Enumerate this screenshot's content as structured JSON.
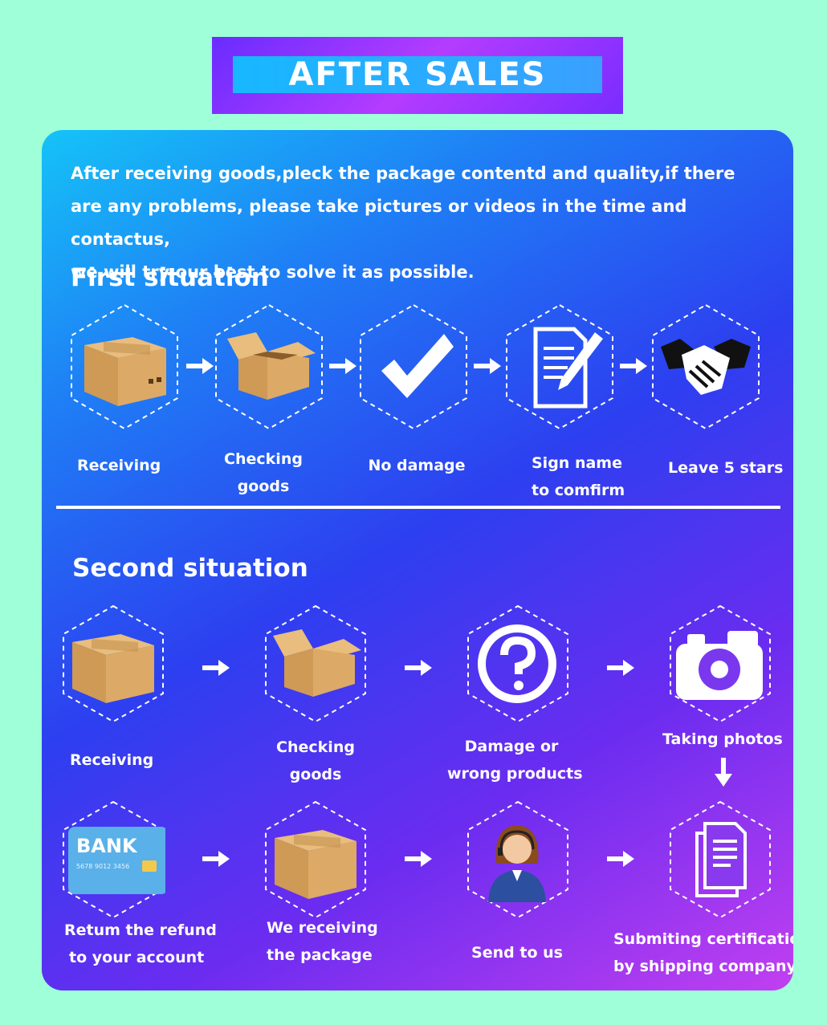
{
  "header": {
    "title": "AFTER SALES"
  },
  "intro": {
    "lines": [
      "After receiving goods,pleck the package contentd and quality,if there",
      "are any problems, please take pictures or videos in the time and contactus,",
      "we will try our best to solve it as possible."
    ]
  },
  "first": {
    "title": "First situation",
    "steps": [
      {
        "icon": "box-closed-icon",
        "label": [
          "Receiving"
        ]
      },
      {
        "icon": "box-open-icon",
        "label": [
          "Checking",
          "goods"
        ]
      },
      {
        "icon": "checkmark-icon",
        "label": [
          "No damage"
        ]
      },
      {
        "icon": "document-pen-icon",
        "label": [
          "Sign name",
          "to comfirm"
        ]
      },
      {
        "icon": "handshake-icon",
        "label": [
          "Leave 5 stars"
        ]
      }
    ]
  },
  "second": {
    "title": "Second situation",
    "row1": [
      {
        "icon": "box-closed-icon",
        "label": [
          "Receiving"
        ]
      },
      {
        "icon": "box-open-icon",
        "label": [
          "Checking",
          "goods"
        ]
      },
      {
        "icon": "question-icon",
        "label": [
          "Damage or",
          "wrong products"
        ]
      },
      {
        "icon": "camera-icon",
        "label": [
          "Taking photos"
        ]
      }
    ],
    "row2": [
      {
        "icon": "bank-card-icon",
        "label": [
          "Retum the refund",
          "to your account"
        ],
        "card_text": "BANK",
        "card_number": "5678 9012 3456"
      },
      {
        "icon": "box-closed-icon",
        "label": [
          "We receiving",
          "the package"
        ]
      },
      {
        "icon": "support-agent-icon",
        "label": [
          "Send to us"
        ]
      },
      {
        "icon": "documents-icon",
        "label": [
          "Submiting certification",
          "by shipping company"
        ]
      }
    ]
  },
  "colors": {
    "page_bg": "#9effd9",
    "banner_purple": "#b43cff",
    "banner_blue": "#17b8ff",
    "card_start": "#15c3f7",
    "card_end": "#c13ff0",
    "box_brown": "#d8a662"
  }
}
